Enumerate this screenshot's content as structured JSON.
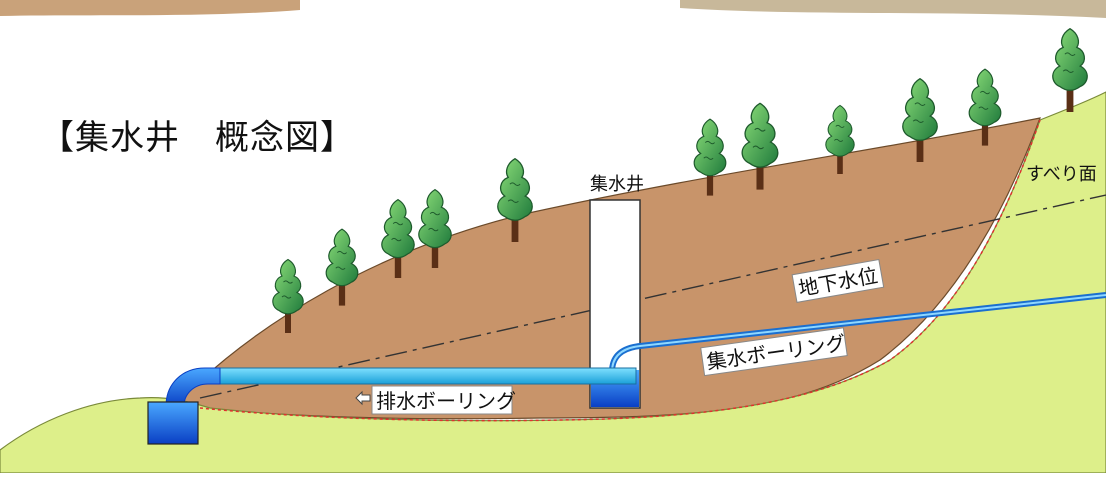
{
  "title": "【集水井　概念図】",
  "labels": {
    "well": "集水井",
    "slip_surface": "すべり面",
    "groundwater": "地下水位",
    "collection_boring": "集水ボーリング",
    "drainage_boring": "排水ボーリング"
  },
  "colors": {
    "slide_mass": "#c8946a",
    "ground": "#ddef8a",
    "water": "#1a7be0",
    "pipe": "#3fc6ea",
    "slip_line": "#e03030",
    "tree_light": "#7ed36a",
    "tree_dark": "#2f8a45",
    "trunk": "#5a2f16"
  },
  "icons": [
    "tree-icon",
    "flow-arrow-icon"
  ]
}
